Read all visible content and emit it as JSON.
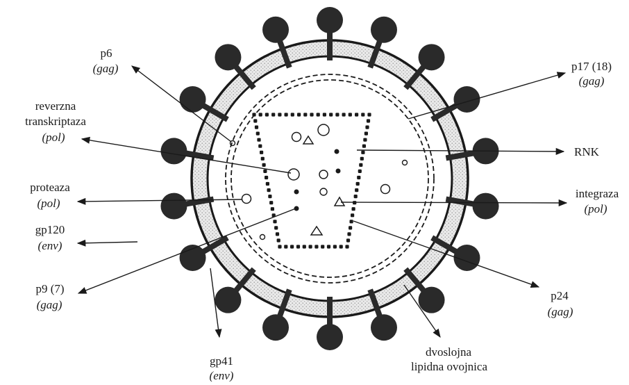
{
  "labels": {
    "p6": {
      "line1": "p6",
      "line2": "(gag)"
    },
    "reverzna": {
      "line1": "reverzna",
      "line2": "transkriptaza",
      "line3": "(pol)"
    },
    "proteaza": {
      "line1": "proteaza",
      "line2": "(pol)"
    },
    "gp120": {
      "line1": "gp120",
      "line2": "(env)"
    },
    "p9": {
      "line1": "p9 (7)",
      "line2": "(gag)"
    },
    "gp41": {
      "line1": "gp41",
      "line2": "(env)"
    },
    "p17": {
      "line1": "p17 (18)",
      "line2": "(gag)"
    },
    "rnk": {
      "line1": "RNK"
    },
    "integraza": {
      "line1": "integraza",
      "line2": "(pol)"
    },
    "p24": {
      "line1": "p24",
      "line2": "(gag)"
    },
    "dvoslojna": {
      "line1": "dvoslojna",
      "line2": "lipidna ovojnica"
    }
  },
  "colors": {
    "ink": "#1a1a1a",
    "spike": "#2a2a2a",
    "membrane_fill": "#e6e6e6",
    "background": "#ffffff"
  },
  "spike_count": 18
}
